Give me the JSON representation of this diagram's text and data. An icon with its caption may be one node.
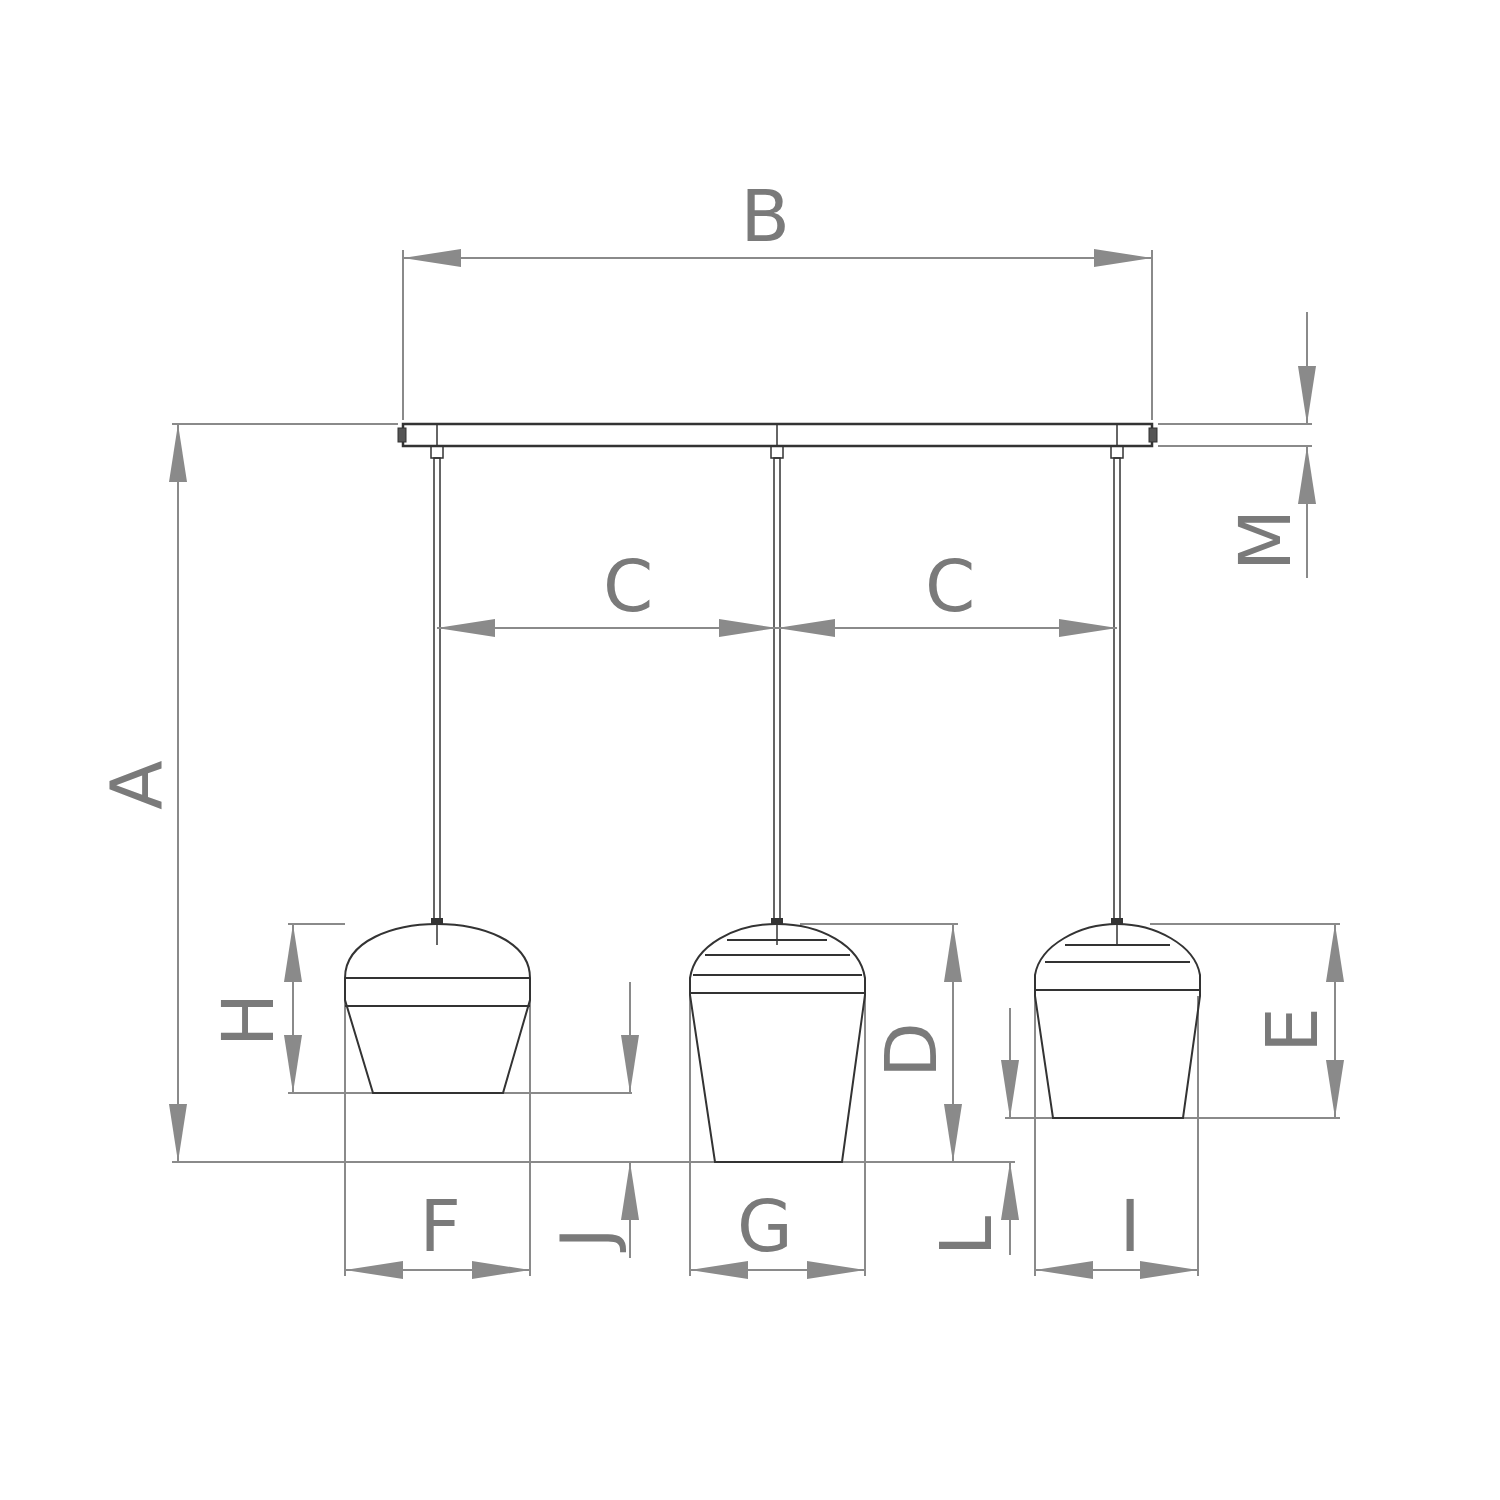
{
  "diagram": {
    "labels": [
      "B",
      "M",
      "C",
      "C",
      "A",
      "H",
      "D",
      "E",
      "F",
      "J",
      "G",
      "L",
      "I"
    ]
  }
}
